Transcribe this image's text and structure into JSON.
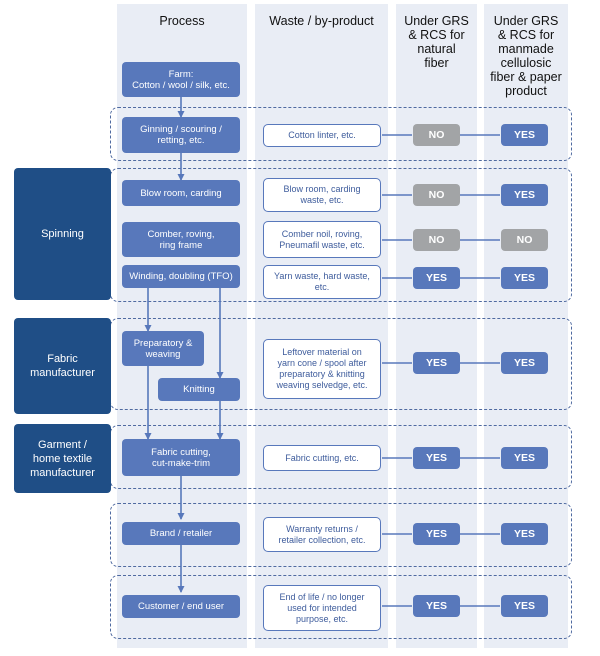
{
  "headers": {
    "process": "Process",
    "waste": "Waste / by-product",
    "natural": "Under GRS\n& RCS for\nnatural\nfiber",
    "manmade": "Under GRS\n& RCS for\nmanmade\ncellulosic\nfiber & paper\nproduct"
  },
  "stages": {
    "spinning": "Spinning",
    "fabric": "Fabric\nmanufacturer",
    "garment": "Garment /\nhome textile\nmanufacturer"
  },
  "processes": {
    "farm": "Farm:\nCotton / wool / silk, etc.",
    "ginning": "Ginning / scouring /\nretting, etc.",
    "blow_room": "Blow room, carding",
    "comber": "Comber, roving,\nring frame",
    "winding": "Winding, doubling (TFO)",
    "preparatory": "Preparatory &\nweaving",
    "knitting": "Knitting",
    "cutting": "Fabric cutting,\ncut-make-trim",
    "brand": "Brand / retailer",
    "customer": "Customer / end user"
  },
  "waste": {
    "ginning": "Cotton linter, etc.",
    "blow_room": "Blow room, carding\nwaste, etc.",
    "comber": "Comber noil, roving,\nPneumafil waste, etc.",
    "winding": "Yarn waste, hard waste,\netc.",
    "fabric": "Leftover material on\nyarn cone / spool after\npreparatory & knitting\nweaving selvedge, etc.",
    "cutting": "Fabric cutting, etc.",
    "brand": "Warranty returns /\nretailer collection, etc.",
    "customer": "End of life / no longer\nused for intended\npurpose, etc."
  },
  "natural": {
    "ginning": "NO",
    "blow_room": "NO",
    "comber": "NO",
    "winding": "YES",
    "fabric": "YES",
    "cutting": "YES",
    "brand": "YES",
    "customer": "YES"
  },
  "manmade": {
    "ginning": "YES",
    "blow_room": "YES",
    "comber": "NO",
    "winding": "YES",
    "fabric": "YES",
    "cutting": "YES",
    "brand": "YES",
    "customer": "YES"
  },
  "colors": {
    "stage": "#1f4e86",
    "process": "#5878bb",
    "yes": "#5878bb",
    "no": "#a2a4a6",
    "column_bg": "#e9edf5",
    "connector": "#5878bb"
  }
}
